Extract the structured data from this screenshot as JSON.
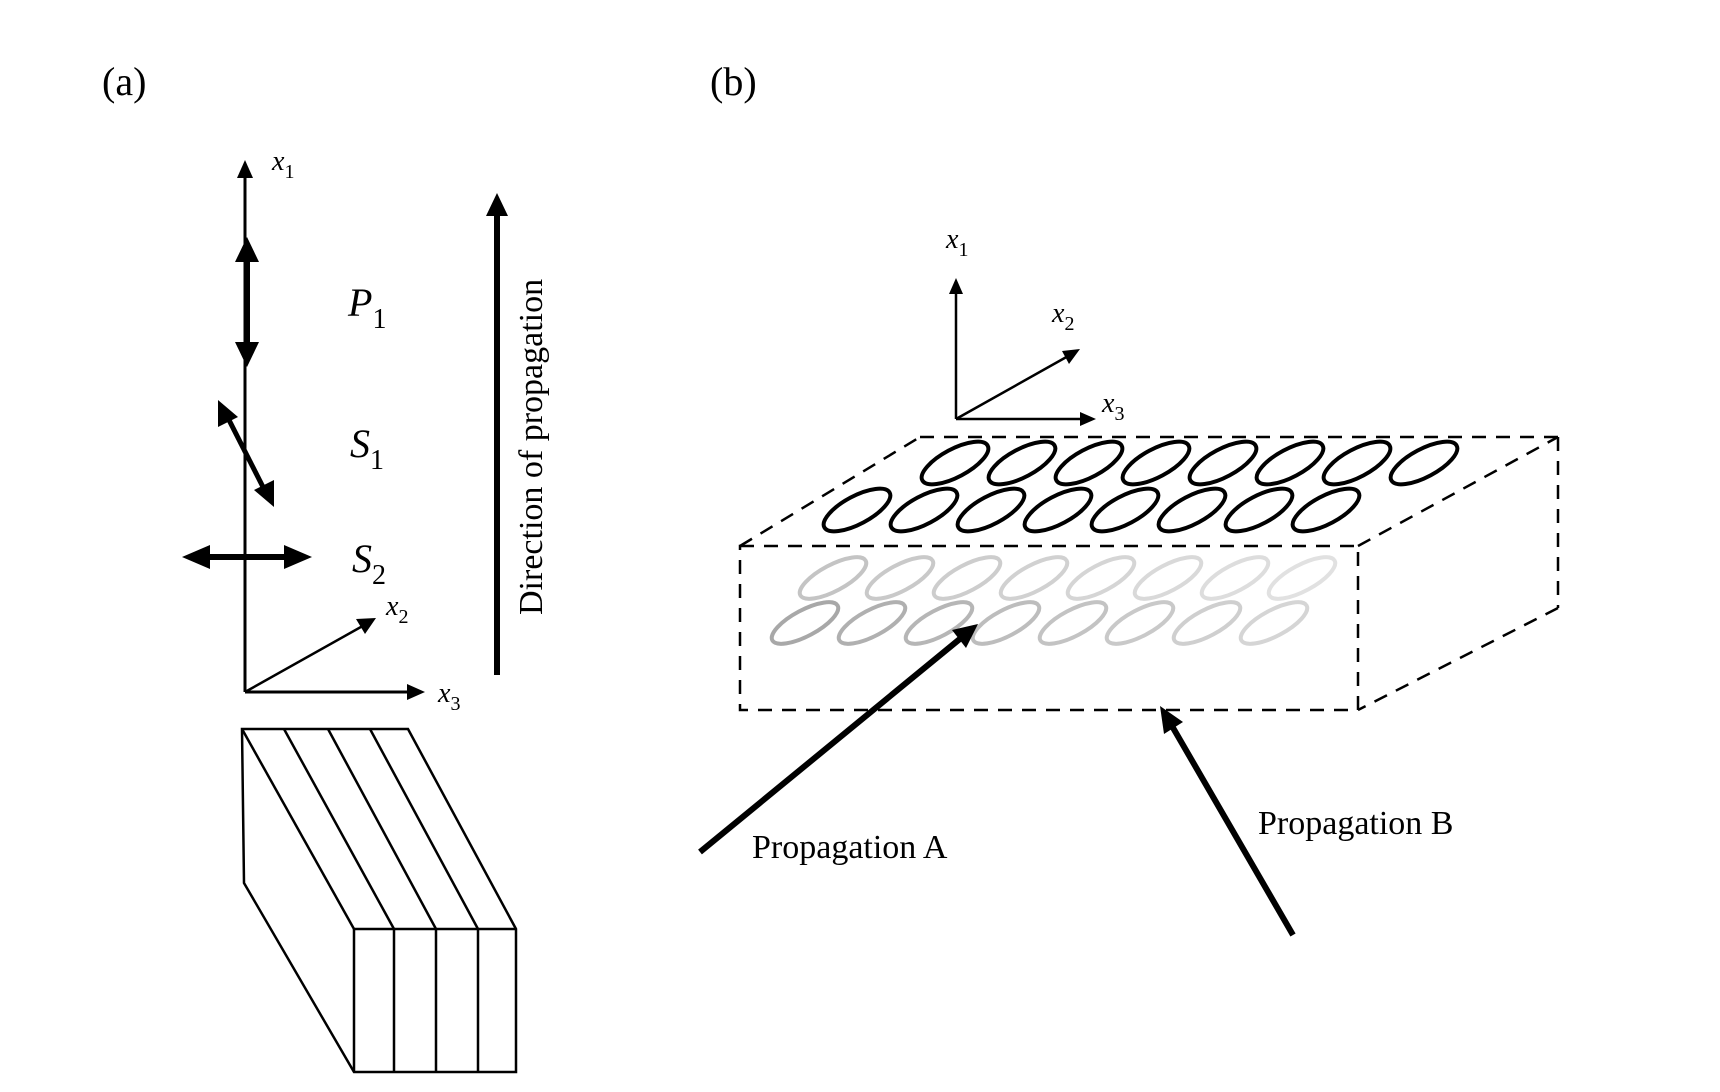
{
  "panel_a": {
    "label": "(a)",
    "axis_x1": {
      "var": "x",
      "sub": "1"
    },
    "axis_x2": {
      "var": "x",
      "sub": "2"
    },
    "axis_x3": {
      "var": "x",
      "sub": "3"
    },
    "wave_p1": {
      "var": "P",
      "sub": "1"
    },
    "wave_s1": {
      "var": "S",
      "sub": "1"
    },
    "wave_s2": {
      "var": "S",
      "sub": "2"
    },
    "direction_label": "Direction of propagation"
  },
  "panel_b": {
    "label": "(b)",
    "axis_x1": {
      "var": "x",
      "sub": "1"
    },
    "axis_x2": {
      "var": "x",
      "sub": "2"
    },
    "axis_x3": {
      "var": "x",
      "sub": "3"
    },
    "propagation_a": "Propagation A",
    "propagation_b": "Propagation B"
  }
}
